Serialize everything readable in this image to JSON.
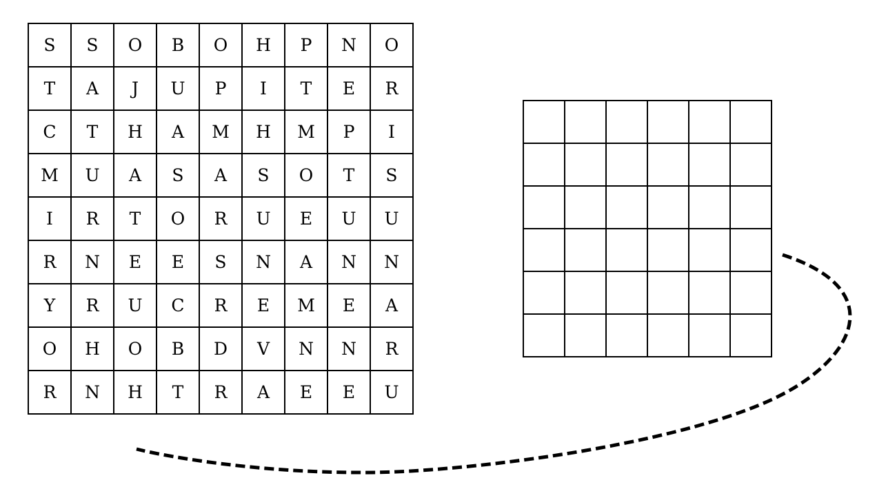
{
  "word_search": {
    "rows": [
      [
        "S",
        "S",
        "O",
        "B",
        "O",
        "H",
        "P",
        "N",
        "O"
      ],
      [
        "T",
        "A",
        "J",
        "U",
        "P",
        "I",
        "T",
        "E",
        "R"
      ],
      [
        "C",
        "T",
        "H",
        "A",
        "M",
        "H",
        "M",
        "P",
        "I"
      ],
      [
        "M",
        "U",
        "A",
        "S",
        "A",
        "S",
        "O",
        "T",
        "S"
      ],
      [
        "I",
        "R",
        "T",
        "O",
        "R",
        "U",
        "E",
        "U",
        "U"
      ],
      [
        "R",
        "N",
        "E",
        "E",
        "S",
        "N",
        "A",
        "N",
        "N"
      ],
      [
        "Y",
        "R",
        "U",
        "C",
        "R",
        "E",
        "M",
        "E",
        "A"
      ],
      [
        "O",
        "H",
        "O",
        "B",
        "D",
        "V",
        "N",
        "N",
        "R"
      ],
      [
        "R",
        "N",
        "H",
        "T",
        "R",
        "A",
        "E",
        "E",
        "U"
      ]
    ]
  },
  "answer_grid": {
    "rows": 6,
    "cols": 6
  }
}
